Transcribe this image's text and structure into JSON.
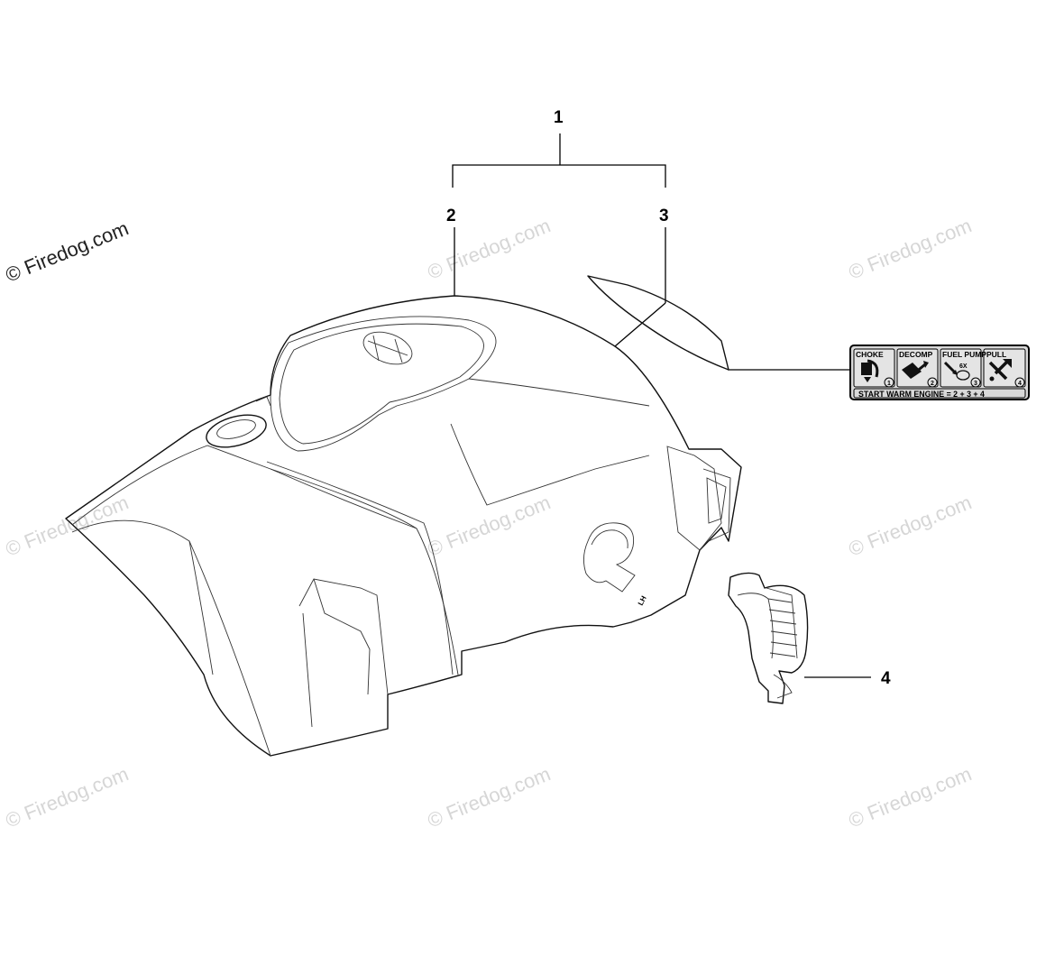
{
  "watermarks": {
    "main": "© Firedog.com",
    "repeat": "© Firedog.com"
  },
  "callouts": {
    "c1": "1",
    "c2": "2",
    "c3": "3",
    "c4": "4"
  },
  "decal": {
    "headers": [
      "CHOKE",
      "DECOMP",
      "FUEL PUMP",
      "PULL"
    ],
    "step_numbers": [
      "1",
      "2",
      "3",
      "4"
    ],
    "pump_note": "6X",
    "footer": "START WARM ENGINE = 2 + 3 + 4"
  },
  "cover_marking": {
    "side_mark": "LH"
  }
}
